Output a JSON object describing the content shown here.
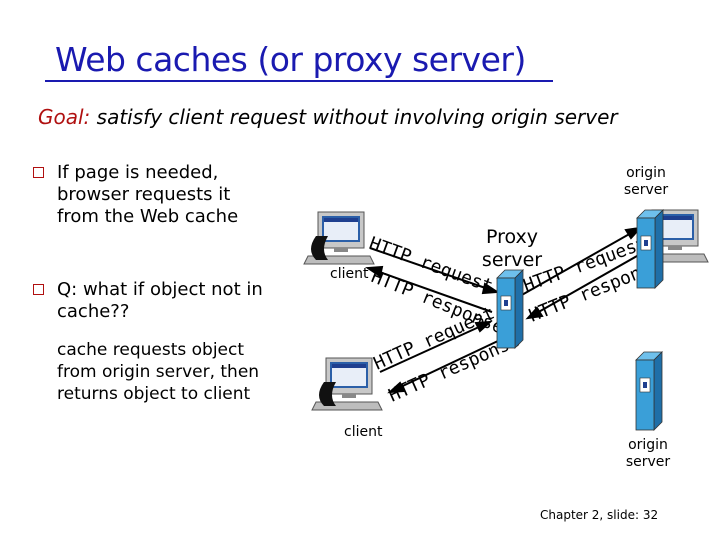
{
  "title": "Web caches (or proxy server)",
  "goal": {
    "label": "Goal:",
    "text": "satisfy client request without involving origin server"
  },
  "bullets": [
    {
      "lines": [
        "If page is needed,",
        "browser requests it",
        "from the Web cache"
      ]
    },
    {
      "lines": [
        "Q: what if object not in",
        "cache??"
      ]
    }
  ],
  "sub_text": [
    "cache requests object",
    "from origin server, then",
    "returns object to client"
  ],
  "diagram": {
    "origin_server_top": [
      "origin",
      "server"
    ],
    "origin_server_bottom": [
      "origin",
      "server"
    ],
    "proxy": [
      "Proxy",
      "server"
    ],
    "client_top": "client",
    "client_bottom": "client",
    "arrow_labels": {
      "top_request": "HTTP request",
      "top_response": "HTTP response",
      "bottom_request": "HTTP request",
      "bottom_response": "HTTP response",
      "origin_request": "HTTP request",
      "origin_response": "HTTP response"
    }
  },
  "footer": "Chapter 2, slide: 32",
  "colors": {
    "title": "#1a1ab0",
    "accent": "#b01010",
    "device_blue": "#3a9fd8"
  }
}
